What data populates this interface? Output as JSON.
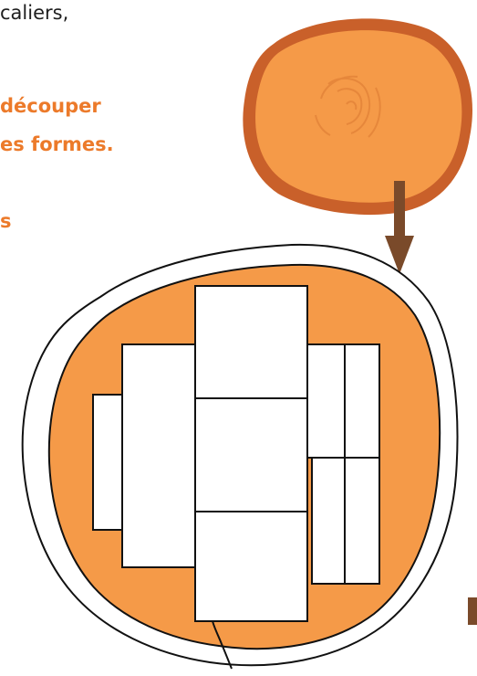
{
  "text": {
    "line1": "caliers,",
    "line2": "découper",
    "line3": "es formes.",
    "line4": "s"
  },
  "colors": {
    "wood_orange": "#f59a48",
    "bark_brown": "#c9602a",
    "ring_lines": "#e6873b",
    "arrow_brown": "#7a4a2a",
    "text_orange": "#ec7a2a",
    "text_dark": "#1f1f1f",
    "outline": "#111111"
  },
  "icons": {
    "log_slice": "log-slice-icon",
    "arrow": "arrow-down-icon",
    "cutting_plan": "cutting-plan-diagram"
  }
}
